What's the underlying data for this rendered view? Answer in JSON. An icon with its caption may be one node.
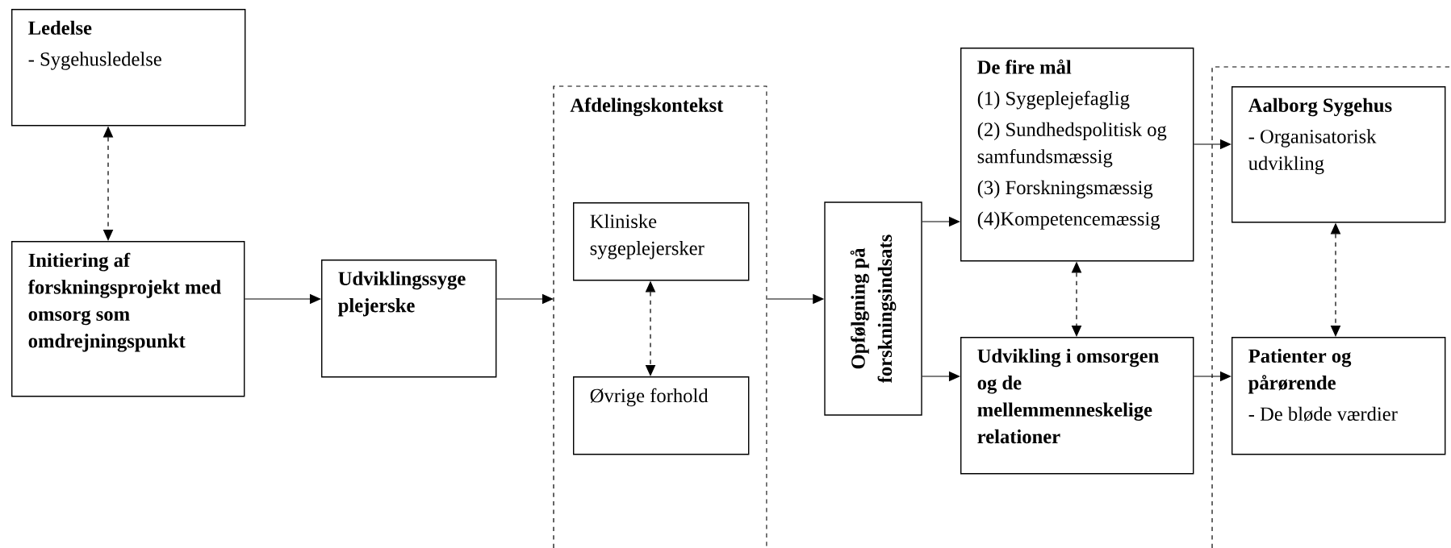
{
  "diagram": {
    "nodes": [
      {
        "text": [
          "Ledelse",
          "- Sygehusledelse"
        ]
      },
      {
        "text": [
          "Initiering af forskningsprojekt med omsorg som omdrejningspunkt"
        ]
      },
      {
        "text": [
          "Udviklingssyge plejerske"
        ]
      },
      {
        "text": [
          "Afdelingskontekst"
        ]
      },
      {
        "text": [
          "Kliniske sygeplejersker"
        ],
        "in": 3
      },
      {
        "text": [
          "Øvrige forhold"
        ],
        "in": 3
      },
      {
        "text": [
          "Opfølgning på forskningsindsats"
        ]
      },
      {
        "text": [
          "De fire mål",
          "(1) Sygeplejefaglig",
          "(2) Sundhedspolitisk og samfundsmæssig",
          "(3) Forskningsmæssig",
          "(4)Kompetencemæssig"
        ]
      },
      {
        "text": [
          "Udvikling i omsorgen og de mellemmenneskelige relationer"
        ]
      },
      {
        "text": [],
        "shape": "box"
      },
      {
        "text": [
          "Aalborg Sygehus",
          "- Organisatorisk udvikling"
        ],
        "in": 9
      },
      {
        "text": [
          "Patienter og pårørende",
          "- De bløde værdier"
        ],
        "in": 9
      }
    ],
    "edges": [
      {
        "from": 0,
        "to": 1,
        "arrow": "both",
        "style": "dashed"
      },
      {
        "from": 1,
        "to": 2,
        "arrow": "to"
      },
      {
        "from": 2,
        "to": 3,
        "arrow": "to"
      },
      {
        "from": 3,
        "to": 6,
        "arrow": "to"
      },
      {
        "from": 4,
        "to": 5,
        "arrow": "both",
        "style": "dashed"
      },
      {
        "from": 6,
        "to": 7,
        "arrow": "to"
      },
      {
        "from": 6,
        "to": 8,
        "arrow": "to"
      },
      {
        "from": 7,
        "to": 8,
        "arrow": "both",
        "style": "dashed"
      },
      {
        "from": 7,
        "to": 10,
        "arrow": "to"
      },
      {
        "from": 8,
        "to": 11,
        "arrow": "to"
      },
      {
        "from": 10,
        "to": 11,
        "arrow": "both",
        "style": "dashed"
      }
    ]
  }
}
